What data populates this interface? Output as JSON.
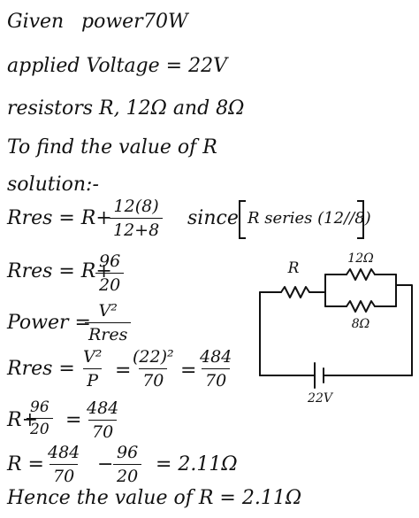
{
  "lines": {
    "given": "Given",
    "power_word": "power",
    "power_val": "70W",
    "applied": "applied Voltage = 22V",
    "resistors": "resistors R, 12Ω and 8Ω",
    "to_find": "To find the value of R",
    "solution": "solution:-"
  },
  "eq1": {
    "lhs": "Rres = R+",
    "num": "12(8)",
    "den": "12+8",
    "since": "since",
    "bracket_text": "R series (12//8)"
  },
  "eq2": {
    "lhs": "Rres = R+",
    "num": "96",
    "den": "20"
  },
  "eq3": {
    "lhs": "Power =",
    "num": "V²",
    "den": "Rres"
  },
  "eq4": {
    "lhs": "Rres =",
    "f1_num": "V²",
    "f1_den": "P",
    "eq_a": "=",
    "f2_num": "(22)²",
    "f2_den": "70",
    "eq_b": "=",
    "f3_num": "484",
    "f3_den": "70"
  },
  "eq5": {
    "lhs": "R+",
    "f1_num": "96",
    "f1_den": "20",
    "eq": "=",
    "f2_num": "484",
    "f2_den": "70"
  },
  "eq6": {
    "lhs": "R =",
    "f1_num": "484",
    "f1_den": "70",
    "minus": "−",
    "f2_num": "96",
    "f2_den": "20",
    "result": "= 2.11Ω"
  },
  "conclusion": "Hence the value of R = 2.11Ω",
  "circuit": {
    "label_r": "R",
    "label_12": "12Ω",
    "label_8": "8Ω",
    "label_v": "22V"
  }
}
